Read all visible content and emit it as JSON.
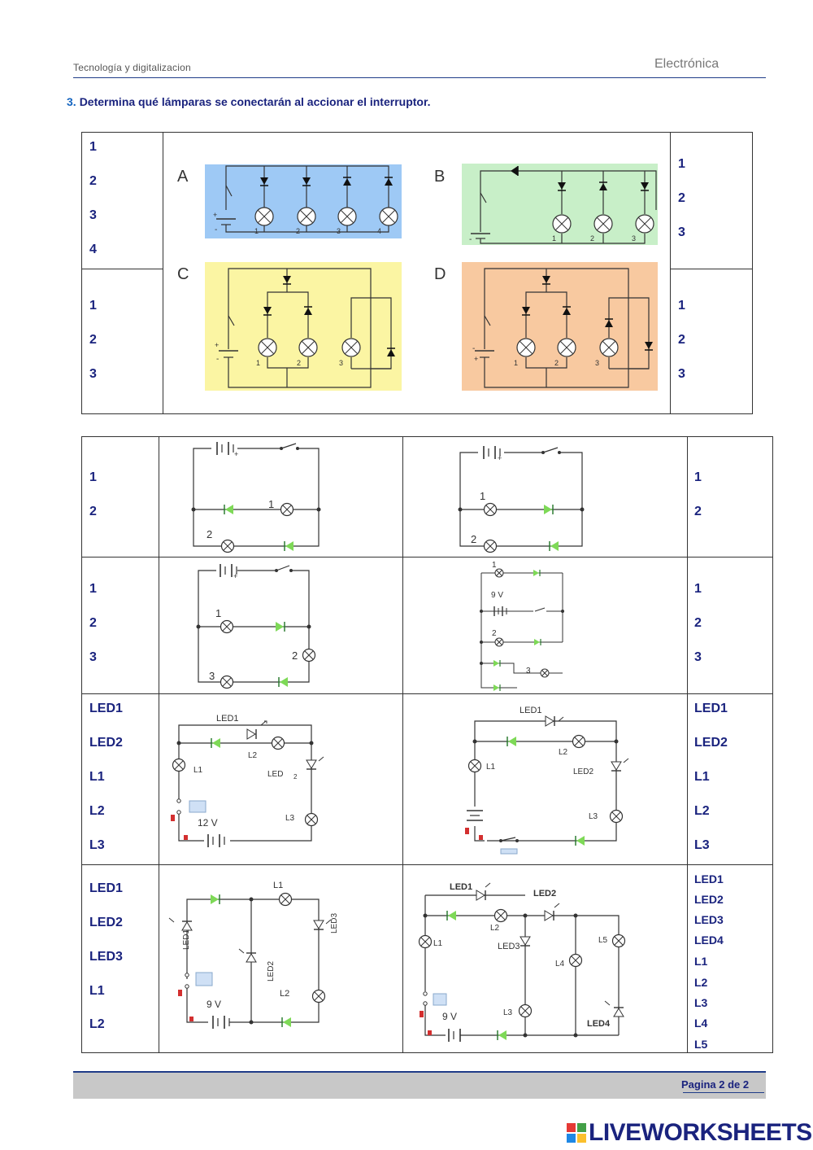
{
  "header": {
    "left": "Tecnología y digitalizacion",
    "right": "Electrónica"
  },
  "question": {
    "number": "3.",
    "text": "Determina qué lámparas se conectarán al accionar el interruptor."
  },
  "table1": {
    "A_labels": [
      "1",
      "2",
      "3",
      "4"
    ],
    "C_labels": [
      "1",
      "2",
      "3"
    ],
    "B_labels": [
      "1",
      "2",
      "3"
    ],
    "D_labels": [
      "1",
      "2",
      "3"
    ],
    "circuits": {
      "A": {
        "letter": "A",
        "lamps": [
          "1",
          "2",
          "3",
          "4"
        ],
        "plus": "+",
        "minus": "-"
      },
      "B": {
        "letter": "B",
        "lamps": [
          "1",
          "2",
          "3"
        ],
        "minus": "-"
      },
      "C": {
        "letter": "C",
        "lamps": [
          "1",
          "2",
          "3"
        ],
        "plus": "+",
        "minus": "-"
      },
      "D": {
        "letter": "D",
        "lamps": [
          "1",
          "2",
          "3"
        ],
        "plus": "+",
        "minus": "-"
      },
      "colors": {
        "A": "#9ec9f5",
        "B": "#c8efc8",
        "C": "#fbf5a3",
        "D": "#f8c9a0"
      }
    }
  },
  "table2": {
    "row1": {
      "left": [
        "1",
        "2"
      ],
      "right": [
        "1",
        "2"
      ],
      "c1": {
        "l1": "1",
        "l2": "2"
      },
      "c2": {
        "l1": "1",
        "l2": "2"
      }
    },
    "row2": {
      "left": [
        "1",
        "2",
        "3"
      ],
      "right": [
        "1",
        "2",
        "3"
      ],
      "c1": {
        "l1": "1",
        "l2": "2",
        "l3": "3"
      },
      "c2": {
        "l1": "1",
        "v": "9 V",
        "l2": "2",
        "l3": "3"
      }
    },
    "row3": {
      "left": [
        "LED1",
        "LED2",
        "L1",
        "L2",
        "L3"
      ],
      "right": [
        "LED1",
        "LED2",
        "L1",
        "L2",
        "L3"
      ],
      "c1": {
        "led1": "LED1",
        "l1": "L1",
        "l2": "L2",
        "led2": "LED",
        "led2sub": "2",
        "l3": "L3",
        "v": "12 V"
      },
      "c2": {
        "led1": "LED1",
        "l1": "L1",
        "l2": "L2",
        "led2": "LED2",
        "l3": "L3"
      }
    },
    "row4": {
      "left": [
        "LED1",
        "LED2",
        "LED3",
        "L1",
        "L2"
      ],
      "right": [
        "LED1",
        "LED2",
        "LED3",
        "LED4",
        "L1",
        "L2",
        "L3",
        "L4",
        "L5"
      ],
      "c1": {
        "l1": "L1",
        "led1": "LED1",
        "led2": "LED2",
        "led3": "LED3",
        "l2": "L2",
        "v": "9 V"
      },
      "c2": {
        "led1": "LED1",
        "led2": "LED2",
        "l1": "L1",
        "l2": "L2",
        "led3": "LED3",
        "l4": "L4",
        "l5": "L5",
        "l3": "L3",
        "led4": "LED4",
        "v": "9 V"
      }
    }
  },
  "footer": {
    "text": "Pagina 2 de 2"
  },
  "branding": {
    "logo": "LIVEWORKSHEETS"
  },
  "colors": {
    "heading": "#1a237e",
    "led_green": "#7ed957",
    "rule": "#1f3c88"
  }
}
